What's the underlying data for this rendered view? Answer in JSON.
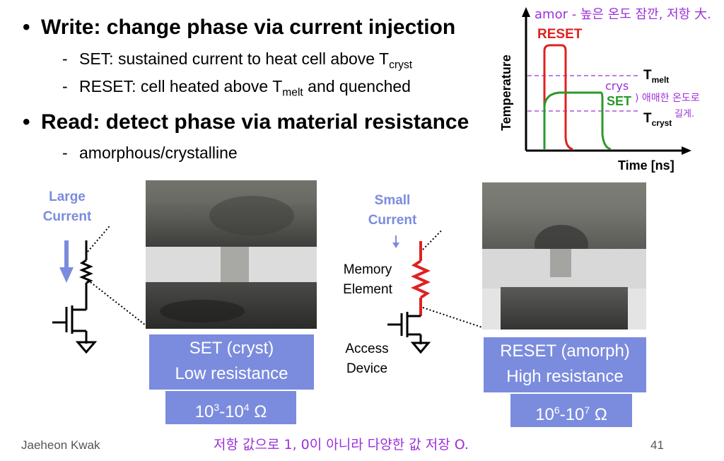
{
  "bullets": {
    "write": {
      "title": "Write: change phase via current injection",
      "set_prefix": "SET: sustained current to heat cell above T",
      "set_sub": "cryst",
      "reset_prefix": "RESET: cell heated above T",
      "reset_sub": "melt",
      "reset_suffix": " and quenched"
    },
    "read": {
      "title": "Read: detect phase via material resistance",
      "sub": "amorphous/crystalline"
    }
  },
  "graph": {
    "ylabel": "Temperature",
    "xlabel": "Time [ns]",
    "reset_label": "RESET",
    "set_label": "SET",
    "tmelt_main": "T",
    "tmelt_sub": "melt",
    "tcryst_main": "T",
    "tcryst_sub": "cryst",
    "colors": {
      "reset": "#e02020",
      "set": "#2a9a2a",
      "threshold": "#c080e0"
    }
  },
  "left": {
    "current_line1": "Large",
    "current_line2": "Current",
    "state_line1": "SET (cryst)",
    "state_line2": "Low resistance",
    "res_base1": "10",
    "res_exp1": "3",
    "res_mid": "-10",
    "res_exp2": "4",
    "res_unit": " Ω"
  },
  "right": {
    "current_line1": "Small",
    "current_line2": "Current",
    "memory_line1": "Memory",
    "memory_line2": "Element",
    "access_line1": "Access",
    "access_line2": "Device",
    "state_line1": "RESET (amorph)",
    "state_line2": "High resistance",
    "res_base1": "10",
    "res_exp1": "6",
    "res_mid": "-10",
    "res_exp2": "7",
    "res_unit": " Ω"
  },
  "notes": {
    "top": "amor - 높은 온도 잠깐, 저항 大.",
    "crys_word": "crys",
    "crys_line1": ") 애매한 온도로",
    "crys_line2": "길게.",
    "bottom": "저항 값으로 1, 0이 아니라 다양한 값 저장 O."
  },
  "footer": {
    "author": "Jaeheon Kwak",
    "page": "41"
  },
  "colors": {
    "accent": "#7b8cde",
    "memory": "#e02020",
    "handwriting": "#9b30d9"
  }
}
